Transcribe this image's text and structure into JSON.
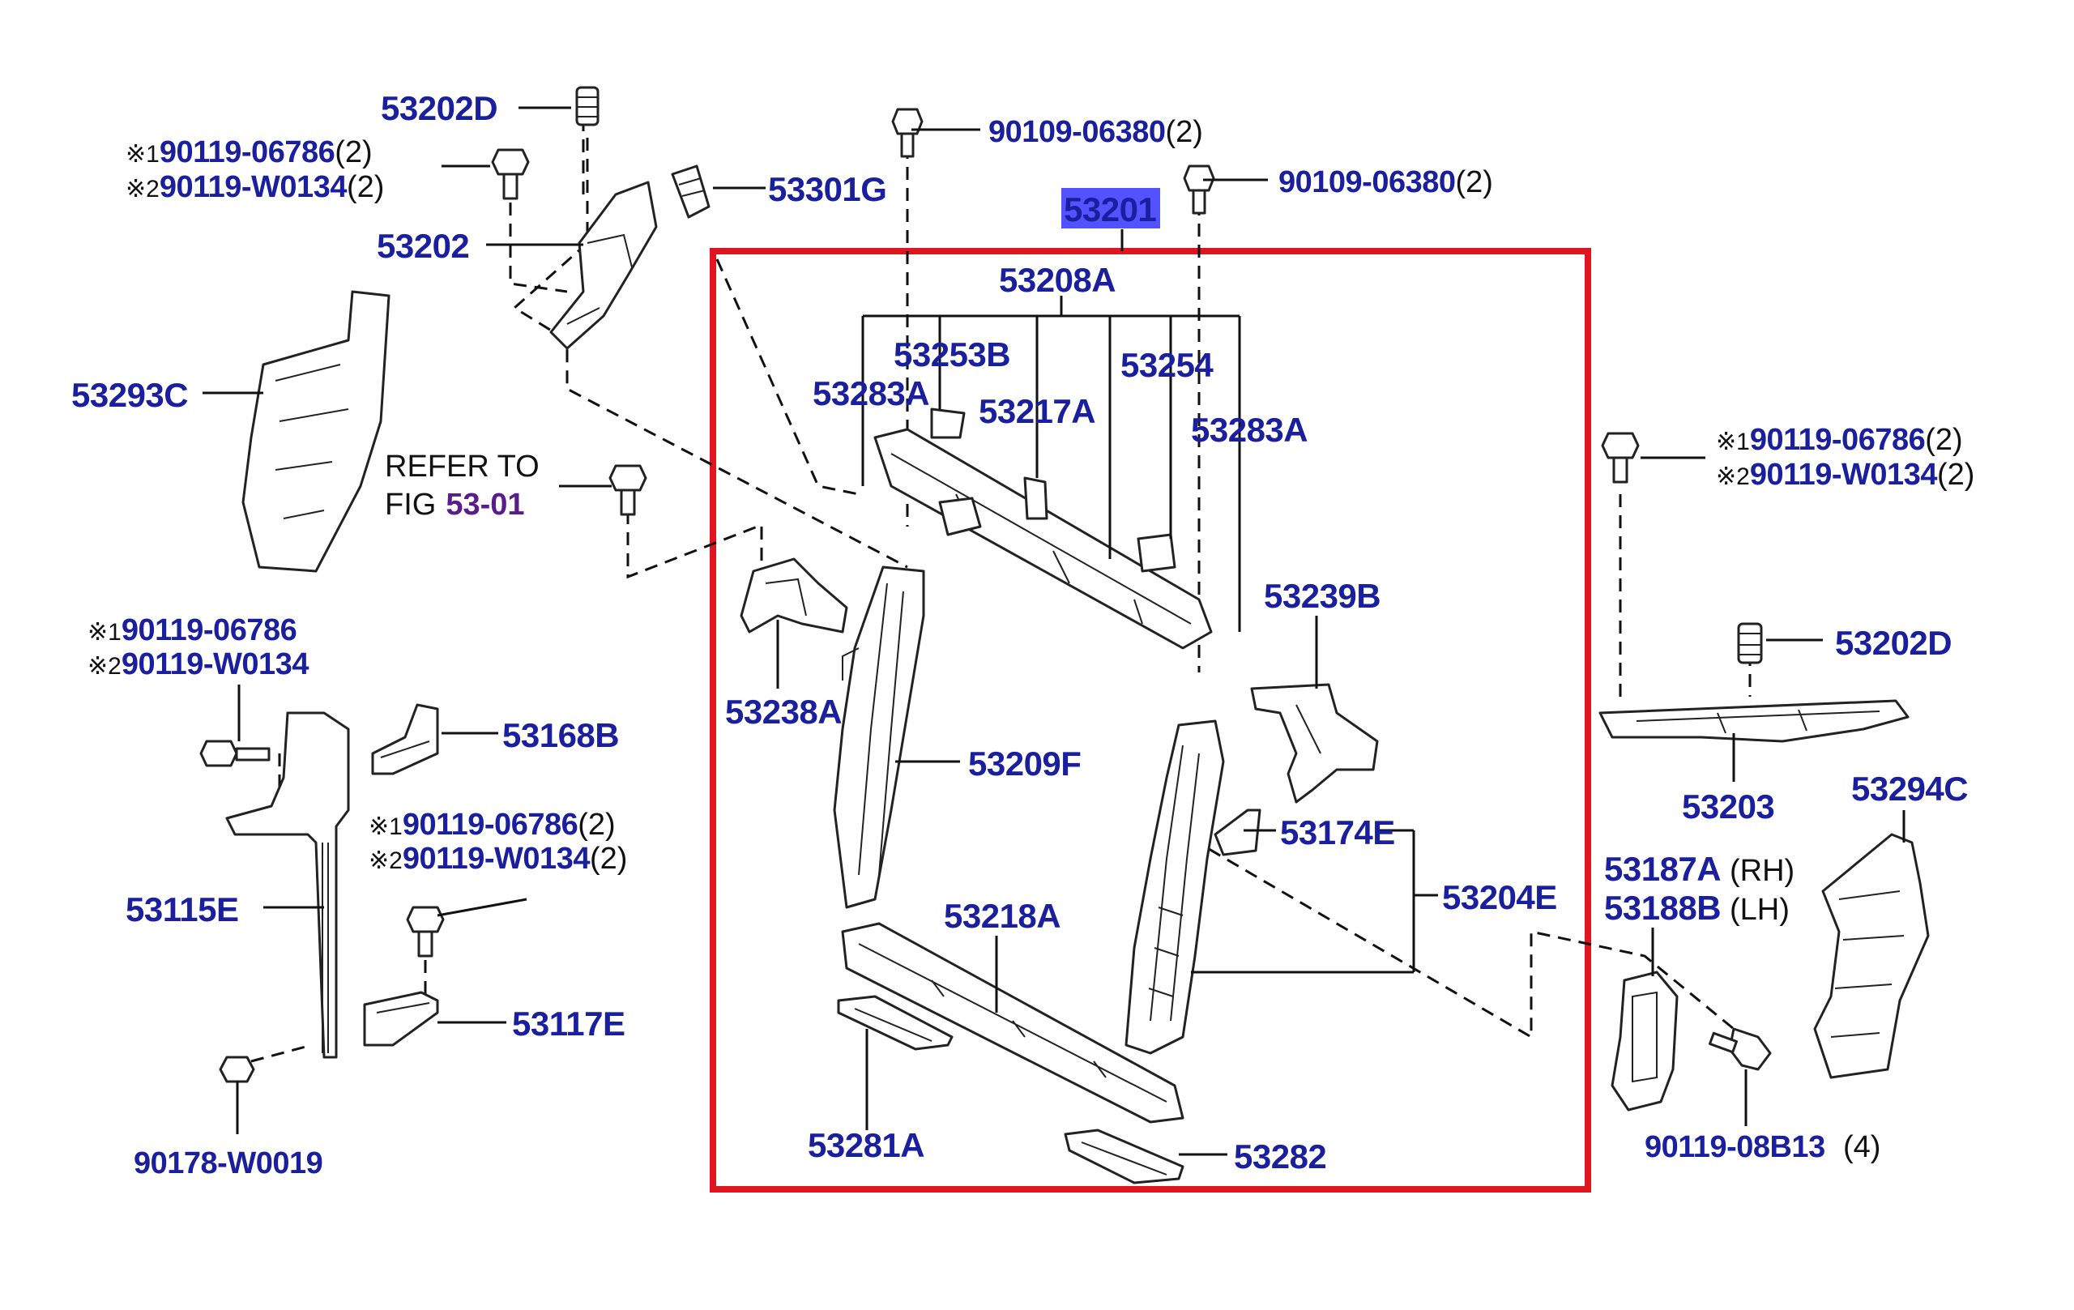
{
  "labels": {
    "p53202D_top": "53202D",
    "p53202D_right": "53202D",
    "p53202": "53202",
    "p53301G": "53301G",
    "p53201": "53201",
    "p53208A": "53208A",
    "p53253B": "53253B",
    "p53254": "53254",
    "p53283A_left": "53283A",
    "p53283A_right": "53283A",
    "p53217A": "53217A",
    "p53293C": "53293C",
    "p53238A": "53238A",
    "p53239B": "53239B",
    "p53209F": "53209F",
    "p53174E": "53174E",
    "p53204E": "53204E",
    "p53218A": "53218A",
    "p53281A": "53281A",
    "p53282": "53282",
    "p53203": "53203",
    "p53294C": "53294C",
    "p53187A": "53187A",
    "p53188B": "53188B",
    "p53168B": "53168B",
    "p53115E": "53115E",
    "p53117E": "53117E",
    "p90178": "90178-W0019",
    "p90119_08B13": "90119-08B13"
  },
  "bolts": {
    "b1_pn": "90109-06380",
    "b1_qty": "(2)",
    "b2_pn": "90109-06380",
    "b2_qty": "(2)",
    "tl_mark1": "※1",
    "tl_pn1": "90119-06786",
    "tl_qty1": "(2)",
    "tl_mark2": "※2",
    "tl_pn2": "90119-W0134",
    "tl_qty2": "(2)",
    "tr_mark1": "※1",
    "tr_pn1": "90119-06786",
    "tr_qty1": "(2)",
    "tr_mark2": "※2",
    "tr_pn2": "90119-W0134",
    "tr_qty2": "(2)",
    "ml_mark1": "※1",
    "ml_pn1": "90119-06786",
    "ml_mark2": "※2",
    "ml_pn2": "90119-W0134",
    "mc_mark1": "※1",
    "mc_pn1": "90119-06786",
    "mc_qty1": "(2)",
    "mc_mark2": "※2",
    "mc_pn2": "90119-W0134",
    "mc_qty2": "(2)",
    "b08_qty": "(4)"
  },
  "sides": {
    "rh": "(RH)",
    "lh": "(LH)"
  },
  "refer": {
    "line1": "REFER TO",
    "line2_prefix": "FIG",
    "fig": "53-01"
  },
  "colors": {
    "part_number": "#1a1f9e",
    "assembly_box": "#e0151f",
    "highlight": "#3434ff",
    "fig_ref": "#5a1b8c"
  }
}
